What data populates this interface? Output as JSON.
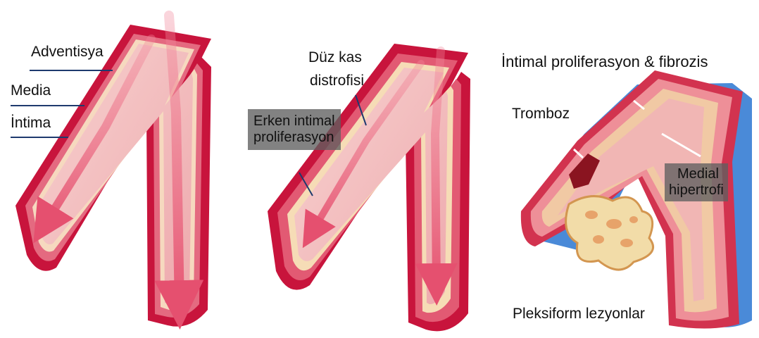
{
  "panel_1": {
    "labels": [
      "Adventisya",
      "Media",
      "İntima"
    ]
  },
  "panel_2": {
    "smooth_muscle_line1": "Düz kas",
    "smooth_muscle_line2": "distrofisi",
    "early_line1": "Erken intimal",
    "early_line2": "proliferasyon"
  },
  "panel_3": {
    "title": "İntimal proliferasyon & fibrozis",
    "thrombosis": "Tromboz",
    "medial_line1": "Medial",
    "medial_line2": "hipertrofi",
    "plexiform": "Pleksiform lezyonlar"
  },
  "colors": {
    "adventitia": "#c8143c",
    "media": "#f0a5ad",
    "intima": "#f6d9bf",
    "lumen": "#f3c0c0",
    "flow_arrow": "#e8607a",
    "vein": "#4a8ad8",
    "plexiform": "#f2dca8",
    "leader_line": "#1e3a6e"
  }
}
